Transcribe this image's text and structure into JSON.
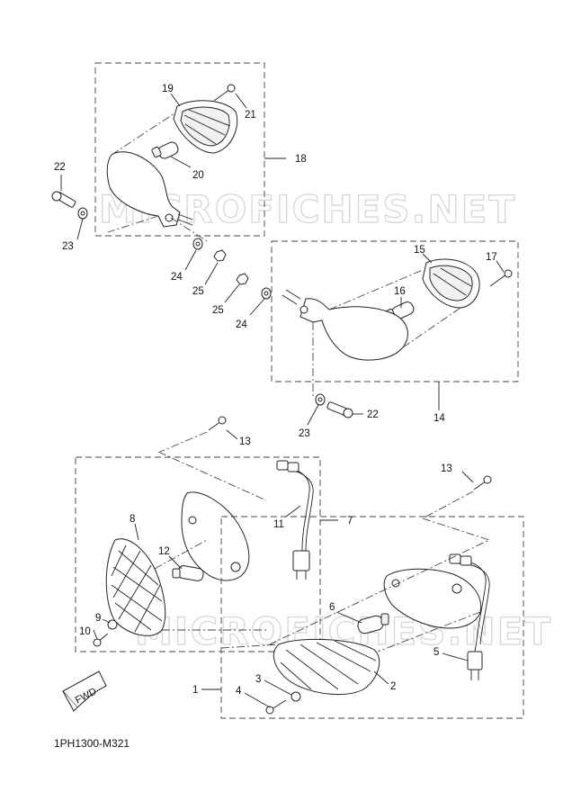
{
  "watermark": {
    "text": "MICROFICHES.NET"
  },
  "fwd_arrow": {
    "label": "FWD"
  },
  "catalog_code": "1PH1300-M321",
  "part_labels": [
    {
      "id": "p19a",
      "text": "19"
    },
    {
      "id": "p21a",
      "text": "21"
    },
    {
      "id": "p20a",
      "text": "20"
    },
    {
      "id": "p18",
      "text": "18"
    },
    {
      "id": "p22a",
      "text": "22"
    },
    {
      "id": "p23a",
      "text": "23"
    },
    {
      "id": "p24a",
      "text": "24"
    },
    {
      "id": "p25a",
      "text": "25"
    },
    {
      "id": "p25b",
      "text": "25"
    },
    {
      "id": "p24b",
      "text": "24"
    },
    {
      "id": "p15",
      "text": "15"
    },
    {
      "id": "p17",
      "text": "17"
    },
    {
      "id": "p16",
      "text": "16"
    },
    {
      "id": "p14",
      "text": "14"
    },
    {
      "id": "p22b",
      "text": "22"
    },
    {
      "id": "p23b",
      "text": "23"
    },
    {
      "id": "p13a",
      "text": "13"
    },
    {
      "id": "p8",
      "text": "8"
    },
    {
      "id": "p12",
      "text": "12"
    },
    {
      "id": "p11",
      "text": "11"
    },
    {
      "id": "p7",
      "text": "7"
    },
    {
      "id": "p9",
      "text": "9"
    },
    {
      "id": "p10",
      "text": "10"
    },
    {
      "id": "p13b",
      "text": "13"
    },
    {
      "id": "p6",
      "text": "6"
    },
    {
      "id": "p5",
      "text": "5"
    },
    {
      "id": "p3",
      "text": "3"
    },
    {
      "id": "p4",
      "text": "4"
    },
    {
      "id": "p1",
      "text": "1"
    },
    {
      "id": "p2",
      "text": "2"
    }
  ]
}
